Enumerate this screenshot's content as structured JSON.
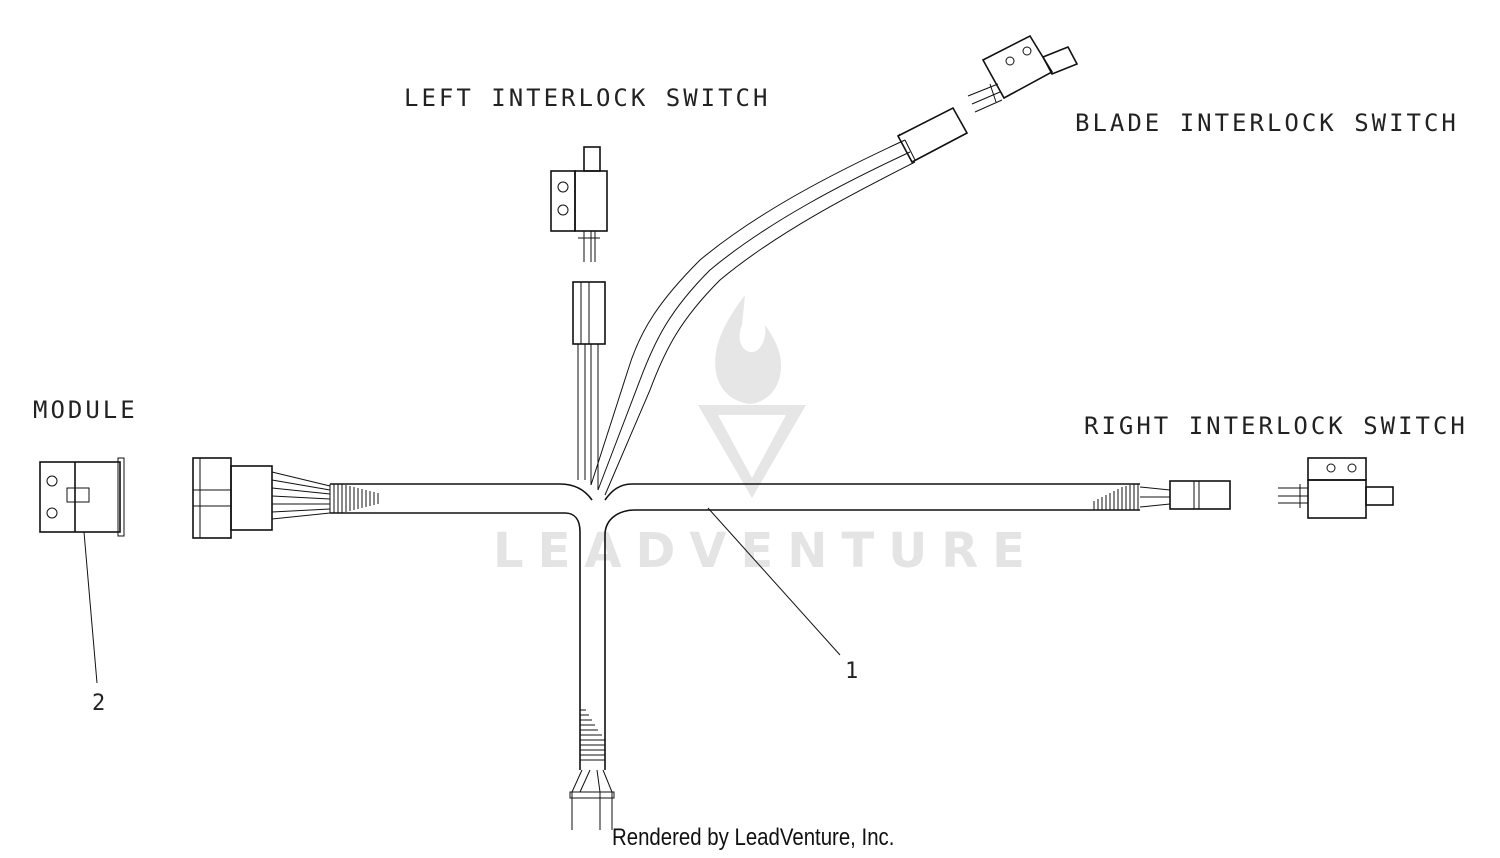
{
  "labels": {
    "left_switch": "LEFT INTERLOCK SWITCH",
    "blade_switch": "BLADE INTERLOCK SWITCH",
    "right_switch": "RIGHT INTERLOCK SWITCH",
    "module": "MODULE"
  },
  "callouts": {
    "harness": "1",
    "module": "2"
  },
  "watermark": {
    "text": "LEADVENTURE"
  },
  "credit": "Rendered by LeadVenture, Inc."
}
